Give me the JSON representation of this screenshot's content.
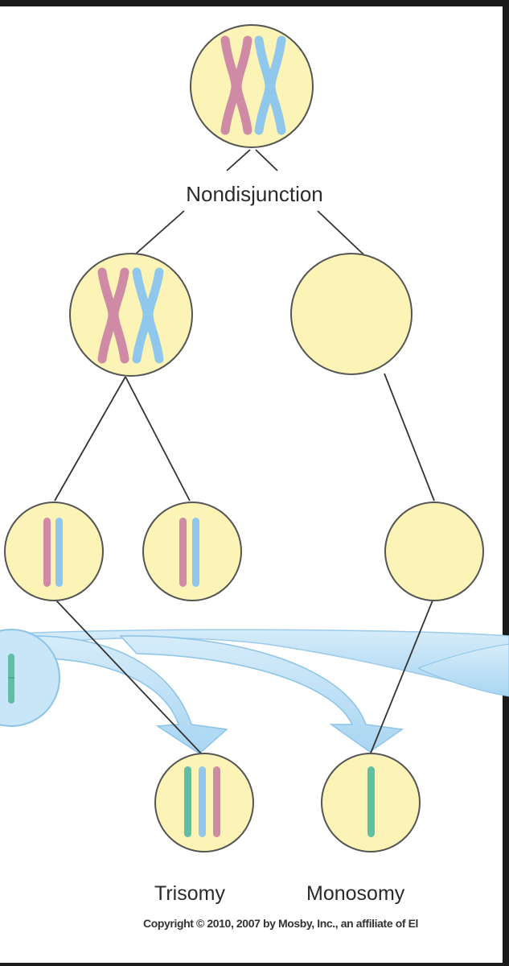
{
  "labels": {
    "nondisjunction": "Nondisjunction",
    "trisomy": "Trisomy",
    "monosomy": "Monosomy",
    "copyright": "Copyright © 2010, 2007 by Mosby, Inc., an affiliate of El"
  },
  "colors": {
    "cell_fill": "#fbf4b6",
    "cell_stroke": "#555555",
    "chromosome_pink": "#cf8aa6",
    "chromosome_blue": "#8fc8ec",
    "chromosome_green": "#5fbfa4",
    "fertilization_arrow": "#bfe0f6",
    "line": "#333333"
  }
}
